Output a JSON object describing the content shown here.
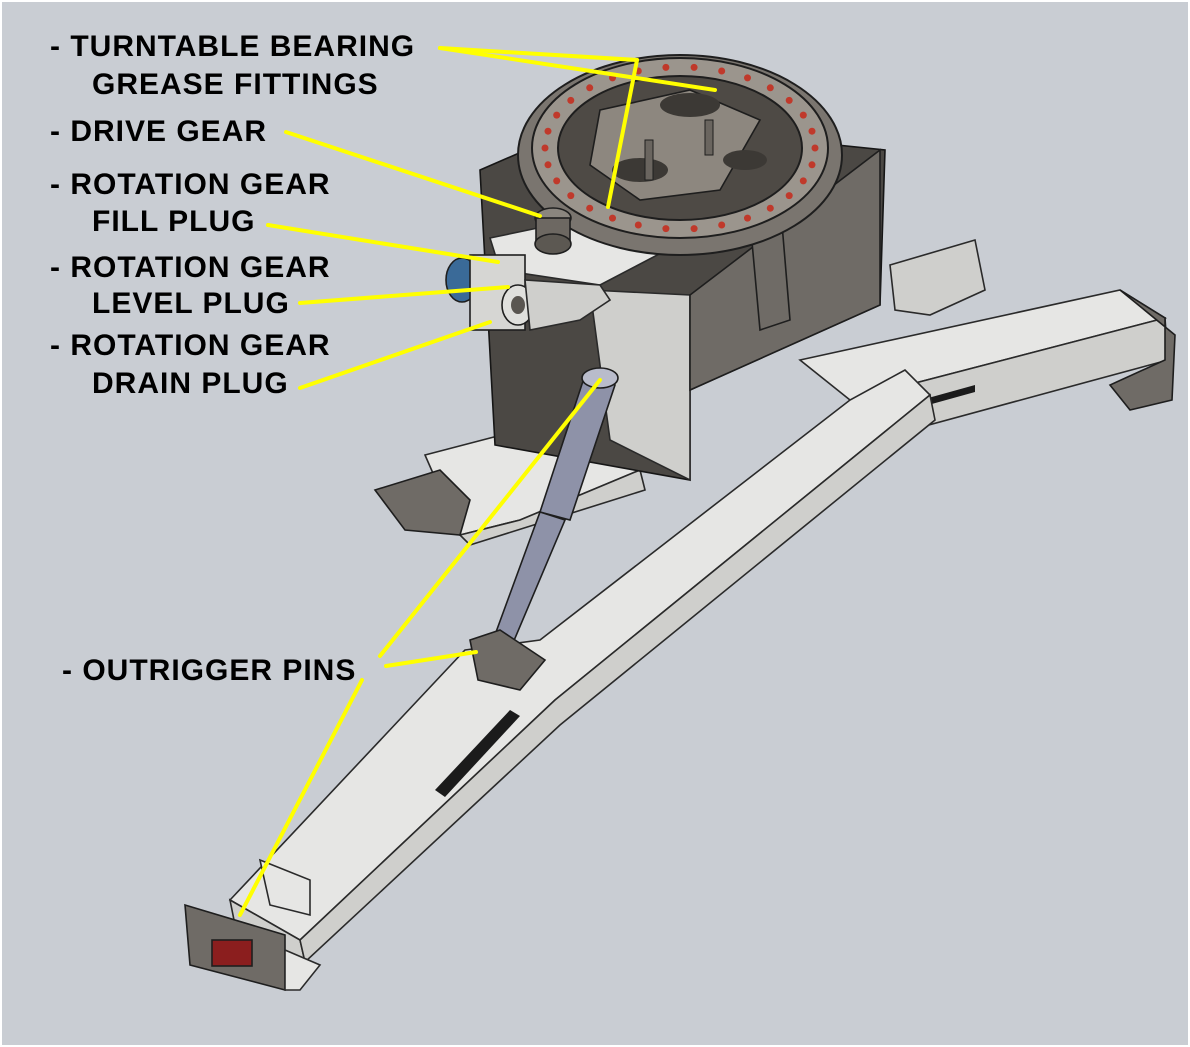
{
  "colors": {
    "background": "#c9cdd3",
    "leader_line": "#ffff00",
    "label_text": "#000000",
    "grease_fitting": "#c0392b",
    "gearbox_blue": "#3a6a98"
  },
  "callouts": [
    {
      "id": "turntable-bearing",
      "line1": "- TURNTABLE BEARING",
      "line2": "GREASE FITTINGS"
    },
    {
      "id": "drive-gear",
      "line1": "- DRIVE GEAR",
      "line2": ""
    },
    {
      "id": "rotation-fill",
      "line1": "- ROTATION GEAR",
      "line2": "FILL PLUG"
    },
    {
      "id": "rotation-level",
      "line1": "- ROTATION GEAR",
      "line2": "LEVEL PLUG"
    },
    {
      "id": "rotation-drain",
      "line1": "- ROTATION GEAR",
      "line2": "DRAIN PLUG"
    },
    {
      "id": "outrigger-pins",
      "line1": "- OUTRIGGER PINS",
      "line2": ""
    }
  ]
}
